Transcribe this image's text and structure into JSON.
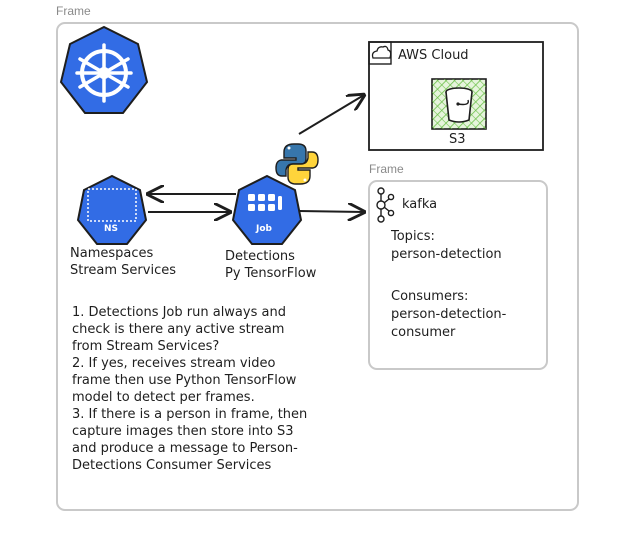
{
  "outer_frame": {
    "label": "Frame"
  },
  "kafka_frame": {
    "label": "Frame",
    "title": "kafka",
    "topics_label": "Topics:",
    "topics_value": "person-detection",
    "consumers_label": "Consumers:",
    "consumers_value_1": "person-detection-",
    "consumers_value_2": "consumer"
  },
  "aws": {
    "title": "AWS Cloud",
    "s3_label": "S3"
  },
  "namespace_node": {
    "badge": "NS",
    "label_1": "Namespaces",
    "label_2": "Stream Services"
  },
  "job_node": {
    "badge": "Job",
    "label_1": "Detections",
    "label_2": "Py TensorFlow"
  },
  "steps": [
    "1. Detections Job run always and",
    "check is there any active stream",
    "from Stream Services?",
    "2. If yes, receives stream video",
    "frame then use Python TensorFlow",
    "model to detect per frames.",
    "3. If there is a person in frame, then",
    "capture images then store into S3",
    "and produce a message to Person-",
    "Detections Consumer Services"
  ],
  "colors": {
    "k8s_blue": "#326ce5",
    "s3_green": "#6cc04a",
    "python_blue": "#3776ab",
    "python_yellow": "#ffd43b",
    "frame_border": "#c9c9c9"
  },
  "icons": [
    "kubernetes-helm-icon",
    "cloud-icon",
    "s3-bucket-icon",
    "python-icon",
    "kafka-icon"
  ]
}
